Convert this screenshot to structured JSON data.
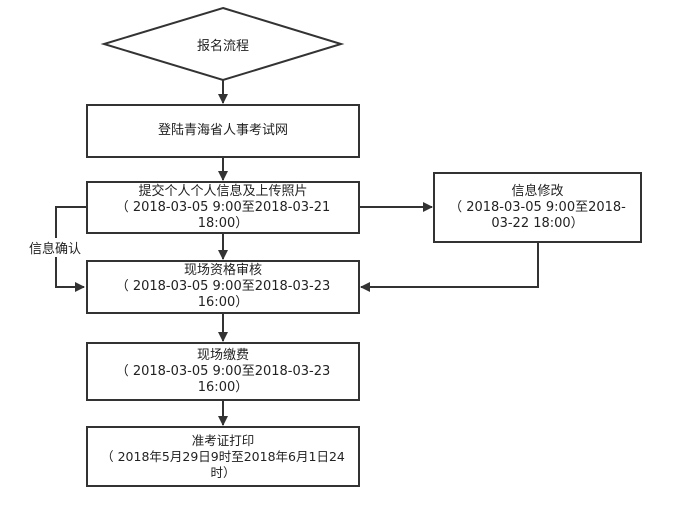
{
  "start": {
    "label": "报名流程"
  },
  "steps": {
    "login": {
      "title": "登陆青海省人事考试网"
    },
    "submit": {
      "title": "提交个人个人信息及上传照片",
      "line2": "（ 2018-03-05 9:00至2018-03-21",
      "line3": "18:00）"
    },
    "review": {
      "title": "现场资格审核",
      "line2": "（ 2018-03-05 9:00至2018-03-23",
      "line3": "16:00）"
    },
    "payment": {
      "title": "现场缴费",
      "line2": "（ 2018-03-05 9:00至2018-03-23",
      "line3": "16:00）"
    },
    "print": {
      "title": "准考证打印",
      "line2": "（ 2018年5月29日9时至2018年6月1日24",
      "line3": "时）"
    },
    "modify": {
      "title": "信息修改",
      "line2": "（ 2018-03-05 9:00至2018-",
      "line3": "03-22 18:00）"
    }
  },
  "edge_labels": {
    "confirm": "信息确认"
  },
  "colors": {
    "stroke": "#333333",
    "background": "#ffffff"
  }
}
